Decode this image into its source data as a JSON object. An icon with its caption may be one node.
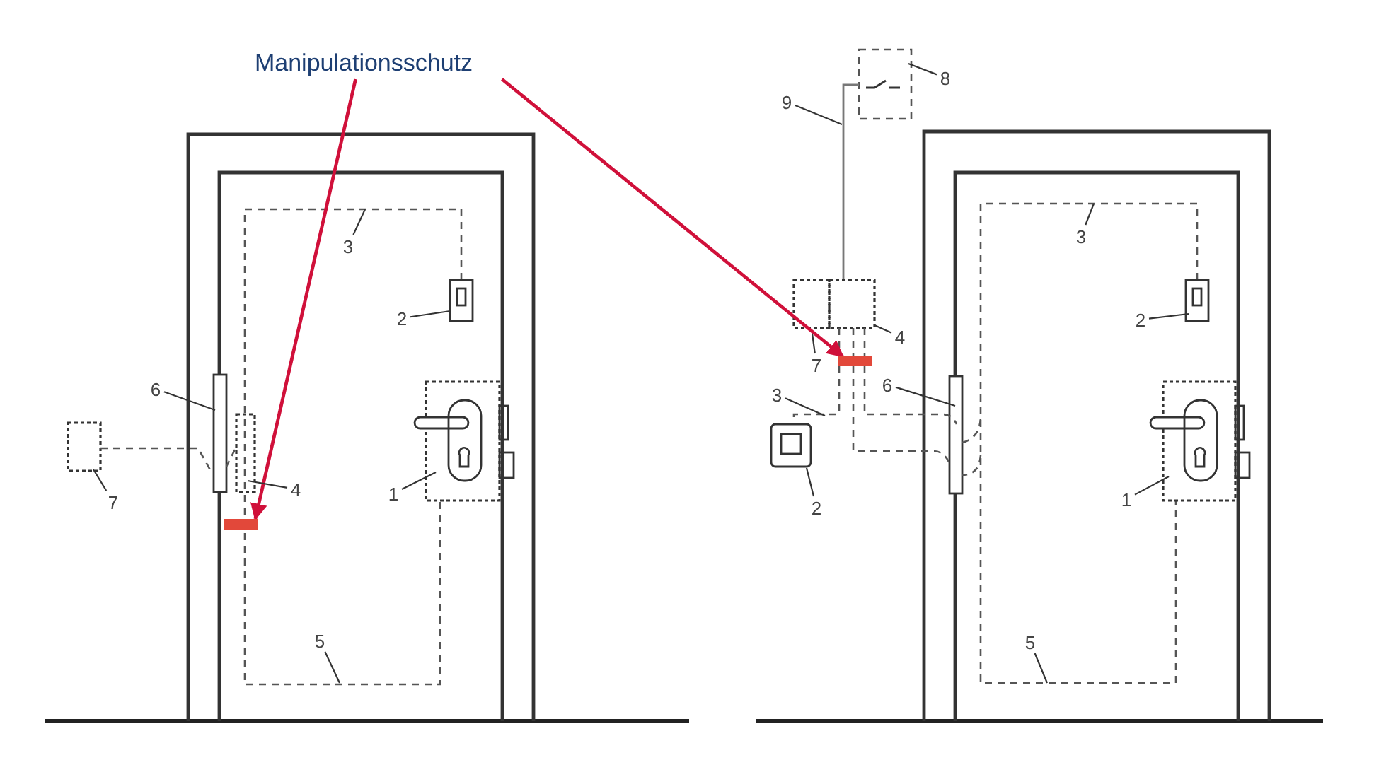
{
  "diagram": {
    "nodes": [
      {
        "text": [
          "Manipulationsschutz"
        ]
      },
      {
        "text": [
          "3"
        ]
      },
      {
        "text": [
          "2"
        ]
      },
      {
        "text": [
          "6"
        ]
      },
      {
        "text": [
          "4"
        ]
      },
      {
        "text": [
          "1"
        ]
      },
      {
        "text": [
          "7"
        ]
      },
      {
        "text": [],
        "shape": "bar"
      },
      {
        "text": [
          "5"
        ]
      },
      {
        "text": [
          "8"
        ]
      },
      {
        "text": [
          "9"
        ]
      },
      {
        "text": [
          "3"
        ]
      },
      {
        "text": [
          "2"
        ]
      },
      {
        "text": [
          "4"
        ]
      },
      {
        "text": [],
        "shape": "bar"
      },
      {
        "text": [
          "7"
        ]
      },
      {
        "text": [
          "6"
        ]
      },
      {
        "text": [
          "3"
        ]
      },
      {
        "text": [
          "1"
        ]
      },
      {
        "text": [
          "2"
        ]
      },
      {
        "text": [
          "5"
        ]
      }
    ],
    "edges": [
      {
        "from": 0,
        "to": 7,
        "arrow": "to",
        "color": "#d0103a"
      },
      {
        "from": 0,
        "to": 14,
        "arrow": "to",
        "color": "#d0103a"
      },
      {
        "from": 1,
        "to": null,
        "arrow": "none"
      },
      {
        "from": 2,
        "to": null,
        "arrow": "none"
      },
      {
        "from": 3,
        "to": null,
        "arrow": "none"
      },
      {
        "from": 4,
        "to": null,
        "arrow": "none"
      },
      {
        "from": 5,
        "to": null,
        "arrow": "none"
      },
      {
        "from": 6,
        "to": null,
        "arrow": "none"
      },
      {
        "from": 8,
        "to": null,
        "arrow": "none"
      },
      {
        "from": 9,
        "to": null,
        "arrow": "none"
      },
      {
        "from": 10,
        "to": null,
        "arrow": "none"
      },
      {
        "from": 11,
        "to": null,
        "arrow": "none"
      },
      {
        "from": 12,
        "to": null,
        "arrow": "none"
      },
      {
        "from": 13,
        "to": null,
        "arrow": "none"
      },
      {
        "from": 15,
        "to": null,
        "arrow": "none"
      },
      {
        "from": 16,
        "to": null,
        "arrow": "none"
      },
      {
        "from": 17,
        "to": null,
        "arrow": "none"
      },
      {
        "from": 18,
        "to": null,
        "arrow": "none"
      },
      {
        "from": 19,
        "to": null,
        "arrow": "none"
      },
      {
        "from": 20,
        "to": null,
        "arrow": "none"
      }
    ]
  }
}
